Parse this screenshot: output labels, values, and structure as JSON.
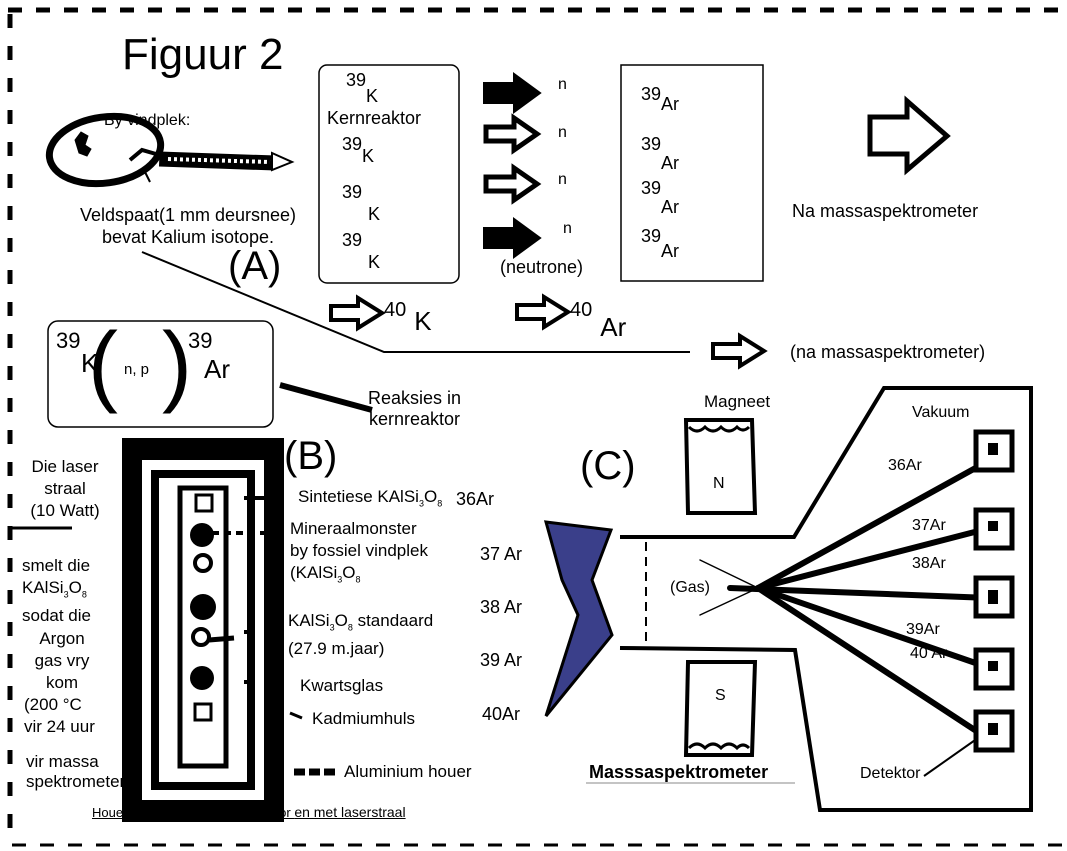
{
  "title": "Figuur 2",
  "site": {
    "label": "By vindplek:",
    "feldspar_line1": "Veldspaat(1 mm deursnee)",
    "feldspar_line2": "bevat Kalium isotope."
  },
  "reactor": {
    "k_sup": "39",
    "k_sym": "K",
    "label": "Kernreaktor"
  },
  "neutron": "n",
  "neutron_caption": "(neutrone)",
  "argon": {
    "sup": "39",
    "sym": "Ar"
  },
  "to_spectrometer": "Na massaspektrometer",
  "section_a": "(A)",
  "section_b": "(B)",
  "section_c": "(C)",
  "decay": {
    "k_sup": "40",
    "k_sym": "K",
    "ar_sup": "40",
    "ar_sym": "Ar",
    "to_spec": "(na massaspektrometer)"
  },
  "equation": {
    "left_sup": "39",
    "left_sym": "K",
    "middle": "n, p",
    "right_sup": "39",
    "right_sym": "Ar"
  },
  "reactions_line1": "Reaksies in",
  "reactions_line2": "kernreaktor",
  "laser_text": [
    "Die laser",
    "straal",
    "(10 Watt)",
    "smelt die",
    "KAlSi",
    "sodat die",
    "Argon",
    "gas vry",
    "kom",
    "(200 °C",
    "vir 24 uur",
    "vir massa",
    "spektrometer"
  ],
  "holder_legend": {
    "synthetic": "Sintetiese KAlSi",
    "sample_l1": "Mineraalmonster",
    "sample_l2": "by fossiel vindplek",
    "sample_l3": "(KAlSi",
    "standard_l1": "KAlSi",
    "standard_tail": " standaard",
    "standard_l2": "(27.9 m.jaar)",
    "quartz": "Kwartsglas",
    "cadmium": "Kadmiumhuls",
    "aluminium": "Aluminium houer",
    "caption_a": "Houer wat bestraal word in reaktor ",
    "caption_b": "en met laserstraal",
    "sub3": "3",
    "sub8": "8"
  },
  "isotopes": [
    "36Ar",
    "37 Ar",
    "38 Ar",
    "39 Ar",
    "40Ar"
  ],
  "spectrometer": {
    "magnet": "Magneet",
    "n_pole": "N",
    "s_pole": "S",
    "vacuum": "Vakuum",
    "gas": "(Gas)",
    "title": "Masssaspektrometer",
    "detector": "Detektor",
    "beams": [
      "36Ar",
      "37Ar",
      "38Ar",
      "39Ar",
      "40 Ar"
    ]
  },
  "colors": {
    "prism": "#3a3f8a",
    "line": "#000000"
  }
}
